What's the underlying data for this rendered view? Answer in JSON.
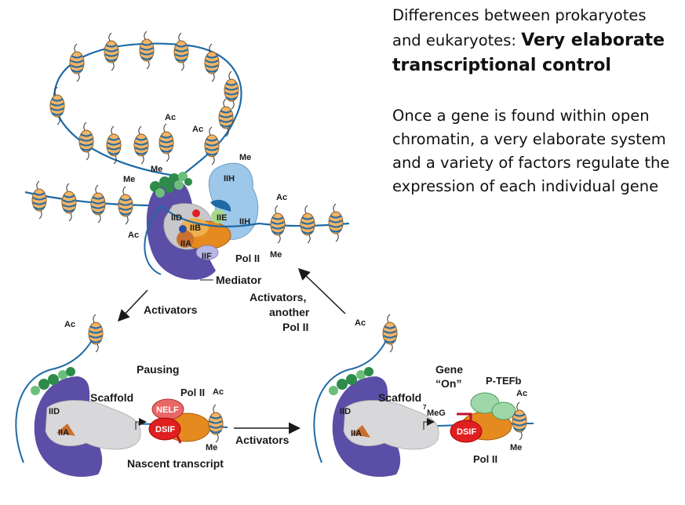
{
  "slide": {
    "title_plain": "Differences between prokaryotes and eukaryotes: ",
    "title_bold": "Very elaborate transcriptional control",
    "body": "Once a gene is found within open chromatin, a very elaborate system and a variety of factors regulate the expression of each individual gene"
  },
  "diagram": {
    "marks": {
      "ac": "Ac",
      "me": "Me"
    },
    "top_complex": {
      "iid": "IID",
      "iib": "IIB",
      "iia": "IIA",
      "iie": "IIE",
      "iif": "IIF",
      "iih_top": "IIH",
      "iih_bottom": "IIH",
      "pol2": "Pol II",
      "mediator": "Mediator"
    },
    "arrows": {
      "left": "Activators",
      "right_line1": "Activators,",
      "right_line2": "another",
      "right_line3": "Pol II",
      "middle": "Activators"
    },
    "pausing": {
      "title": "Pausing",
      "scaffold": "Scaffold",
      "iid": "IID",
      "iia": "IIA",
      "pol2": "Pol II",
      "nelf": "NELF",
      "dsif": "DSIF",
      "nascent": "Nascent transcript"
    },
    "gene_on": {
      "title_line1": "Gene",
      "title_line2": "“On”",
      "scaffold": "Scaffold",
      "iid": "IID",
      "iia": "IIA",
      "ptefb": "P-TEFb",
      "cap_superscript": "7",
      "cap": "MeG",
      "dsif": "DSIF",
      "pol2": "Pol II"
    }
  },
  "colors": {
    "dna": "#1f6aa5",
    "nucleosome": "#f2b466",
    "mediator": "#5a4ea6",
    "tfiih": "#9ec8ea",
    "pol2": "#e58a1f",
    "dsif": "#e02020",
    "ptefb": "#9fd8a8",
    "green_bead": "#2e8b4a"
  }
}
